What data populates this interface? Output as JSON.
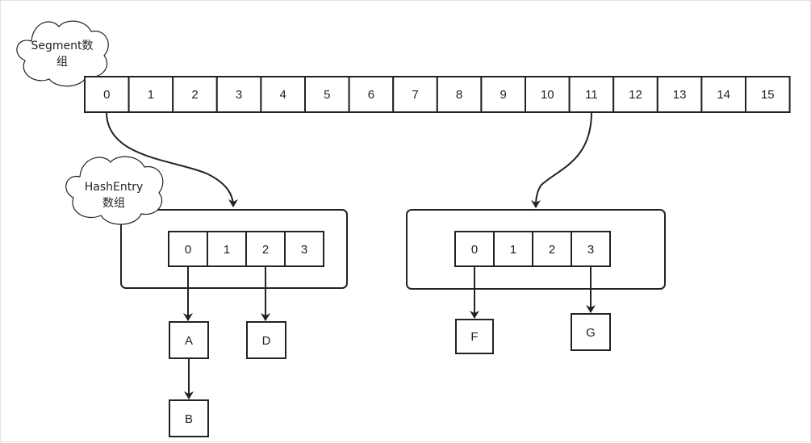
{
  "segment_array": {
    "label_lines": [
      "Segment数",
      "组"
    ],
    "cells": [
      "0",
      "1",
      "2",
      "3",
      "4",
      "5",
      "6",
      "7",
      "8",
      "9",
      "10",
      "11",
      "12",
      "13",
      "14",
      "15"
    ]
  },
  "hashentry_arrays": [
    {
      "label_lines": [
        "HashEntry",
        "数组"
      ],
      "cells": [
        "0",
        "1",
        "2",
        "3"
      ],
      "chains": [
        {
          "from_cell": "0",
          "nodes": [
            "A",
            "B"
          ]
        },
        {
          "from_cell": "2",
          "nodes": [
            "D"
          ]
        }
      ]
    },
    {
      "label_lines": [],
      "cells": [
        "0",
        "1",
        "2",
        "3"
      ],
      "chains": [
        {
          "from_cell": "0",
          "nodes": [
            "F"
          ]
        },
        {
          "from_cell": "3",
          "nodes": [
            "G"
          ]
        }
      ]
    }
  ],
  "links": [
    {
      "from_segment_cell": "0",
      "to_array": 0
    },
    {
      "from_segment_cell": "11",
      "to_array": 1
    }
  ],
  "colors": {
    "line": "#222222",
    "fill": "#ffffff",
    "frame": "#e2e2e2"
  }
}
